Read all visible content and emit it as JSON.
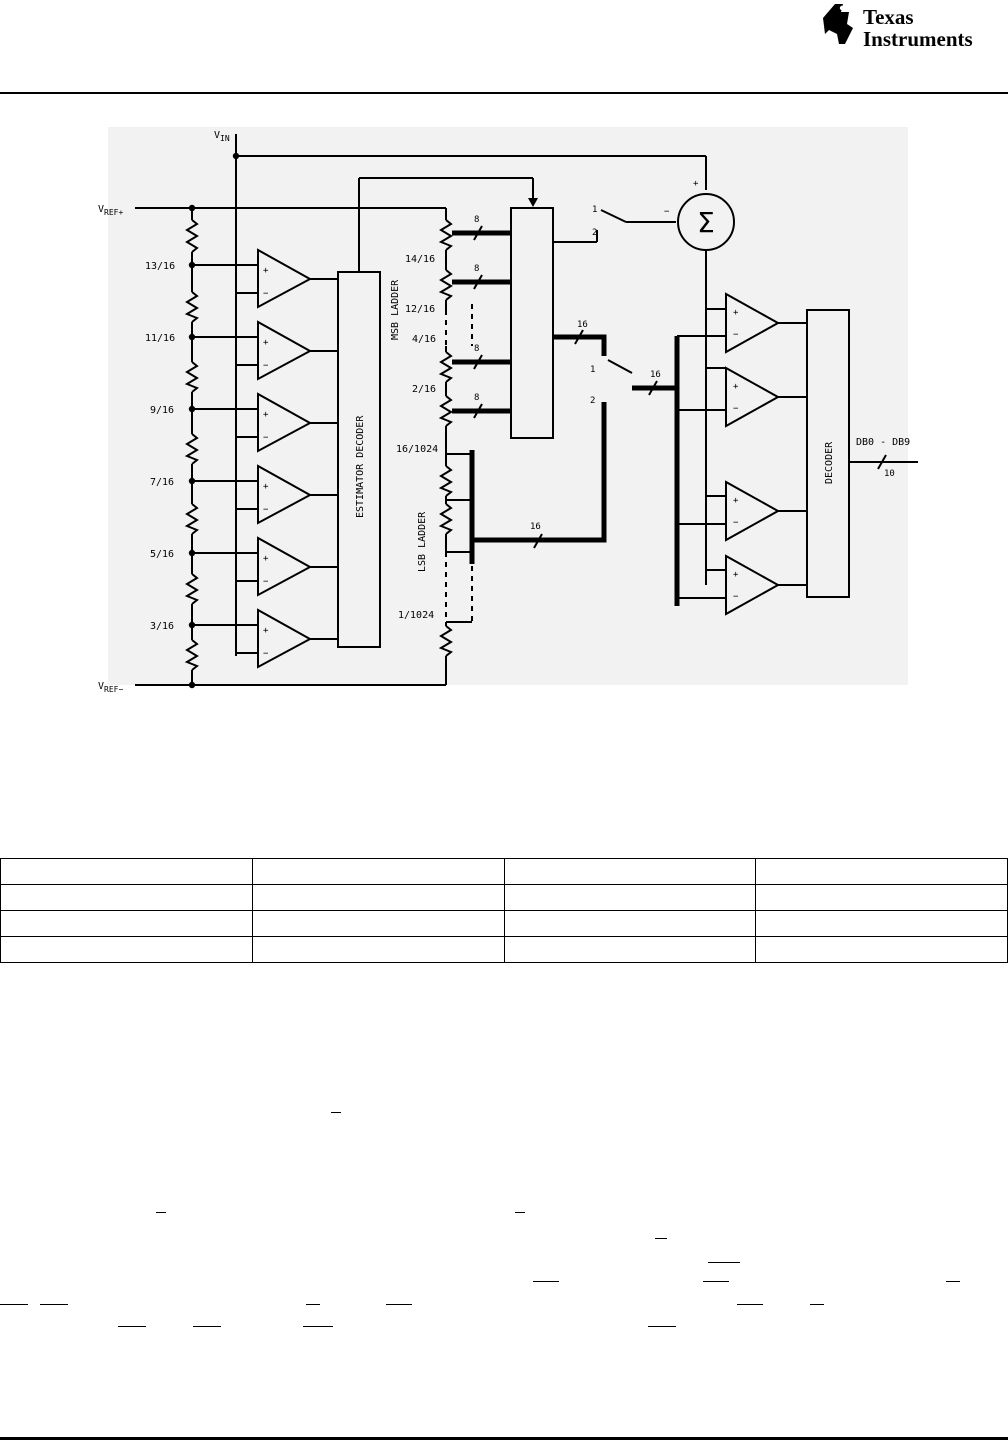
{
  "header": {
    "company_line1": "Texas",
    "company_line2": "Instruments"
  },
  "diagram": {
    "vin_label": "V",
    "vin_sub": "IN",
    "vref_plus_label": "V",
    "vref_plus_sub": "REF+",
    "vref_minus_label": "V",
    "vref_minus_sub": "REF−",
    "left_taps": [
      "13/16",
      "11/16",
      "9/16",
      "7/16",
      "5/16",
      "3/16"
    ],
    "estimator_decoder": "ESTIMATOR DECODER",
    "msb_ladder": "MSB LADDER",
    "lsb_ladder": "LSB LADDER",
    "msb_taps": [
      "14/16",
      "12/16",
      "4/16",
      "2/16"
    ],
    "lsb_taps": [
      "16/1024",
      "1/1024"
    ],
    "bus_widths": {
      "msb": "8",
      "mux_out": "16",
      "switch_out": "16",
      "lsb": "16",
      "output": "10"
    },
    "switch_positions": [
      "1",
      "2"
    ],
    "summer_plus": "+",
    "summer_minus": "−",
    "sigma": "Σ",
    "comp_plus": "+",
    "comp_minus": "−",
    "decoder": "DECODER",
    "output_label": "DB0 - DB9"
  },
  "table": {
    "rows": [
      [
        "",
        "",
        "",
        ""
      ],
      [
        "",
        "",
        "",
        ""
      ],
      [
        "",
        "",
        "",
        ""
      ],
      [
        "",
        "",
        "",
        ""
      ]
    ]
  }
}
